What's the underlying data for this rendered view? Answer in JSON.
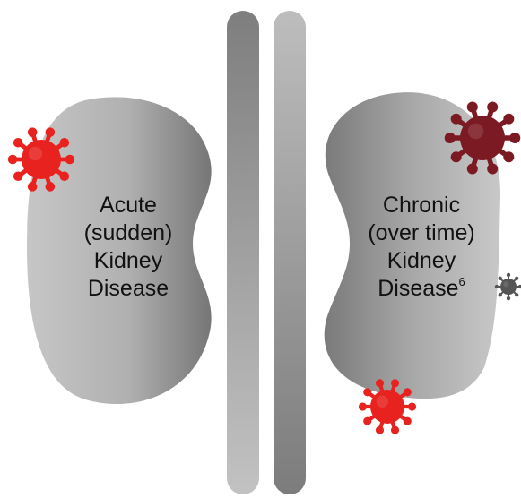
{
  "diagram": {
    "left_kidney": {
      "lines": [
        "Acute",
        "(sudden)",
        "Kidney",
        "Disease"
      ]
    },
    "right_kidney": {
      "lines": [
        "Chronic",
        "(over time)",
        "Kidney",
        "Disease"
      ],
      "footnote_marker": "6"
    },
    "colors": {
      "virus_red": "#e8231f",
      "virus_dark_red": "#7b1a22",
      "virus_gray": "#555555",
      "kidney_light": "#c4c4c4",
      "kidney_dark": "#7c7c7c"
    }
  }
}
